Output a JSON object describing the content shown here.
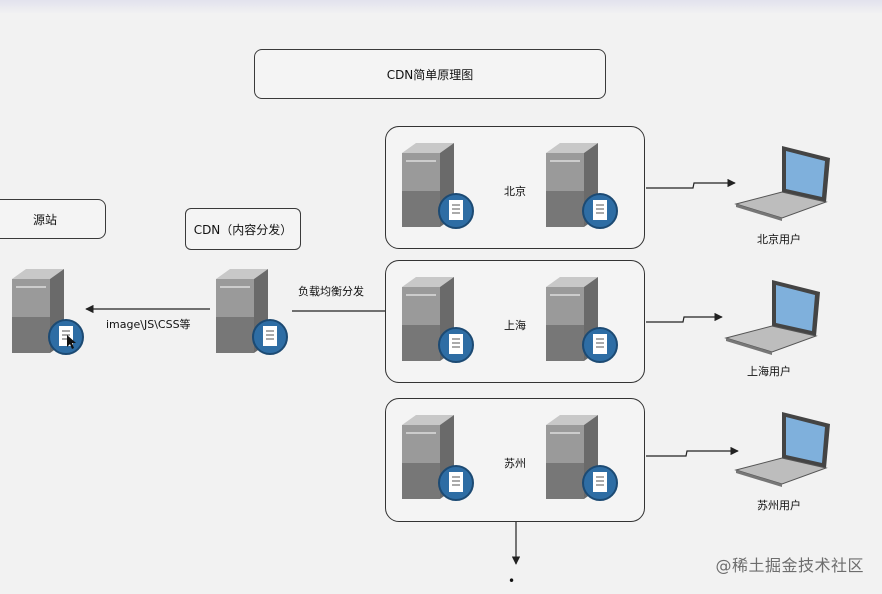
{
  "title": "CDN简单原理图",
  "origin": {
    "label": "源站"
  },
  "cdn": {
    "label": "CDN（内容分发）"
  },
  "edges": {
    "cdn_to_origin": "image\\JS\\CSS等",
    "load_balance": "负载均衡分发"
  },
  "regions": [
    {
      "name": "北京",
      "user": "北京用户"
    },
    {
      "name": "上海",
      "user": "上海用户"
    },
    {
      "name": "苏州",
      "user": "苏州用户"
    }
  ],
  "more": "•",
  "watermark": "@稀土掘金技术社区",
  "colors": {
    "server_body": "#8e8e8e",
    "server_dark": "#555555",
    "doc_badge": "#2e6da4",
    "laptop_screen": "#7fb0dc",
    "line": "#222222"
  },
  "icons": [
    "server-icon",
    "document-badge-icon",
    "laptop-icon",
    "arrow-icon"
  ]
}
